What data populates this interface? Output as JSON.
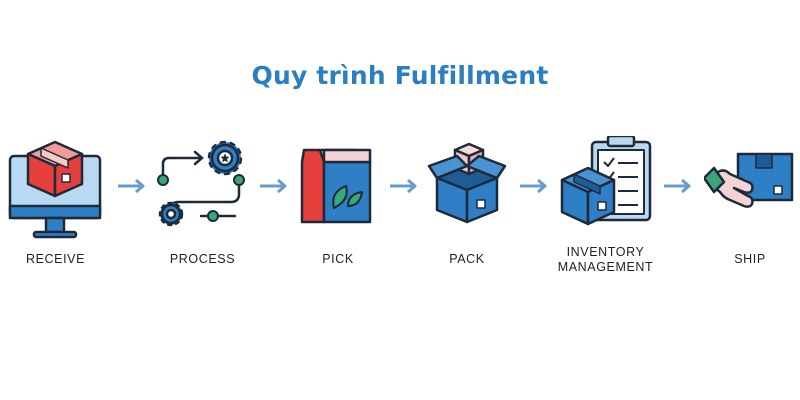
{
  "title": "Quy trình Fulfillment",
  "steps": [
    {
      "label": "RECEIVE",
      "icon": "monitor-box-icon"
    },
    {
      "label": "PROCESS",
      "icon": "gears-flow-icon"
    },
    {
      "label": "PICK",
      "icon": "product-bags-icon"
    },
    {
      "label": "PACK",
      "icon": "open-box-icon"
    },
    {
      "label_line1": "INVENTORY",
      "label_line2": "MANAGEMENT",
      "icon": "clipboard-box-icon"
    },
    {
      "label": "SHIP",
      "icon": "hand-box-icon"
    }
  ],
  "colors": {
    "title": "#2a7fc1",
    "arrow": "#6a9cc8",
    "outline": "#1e2a3a",
    "blue": "#2f7fc6",
    "light_blue": "#b9d8f2",
    "red": "#e5403b",
    "green": "#3aa77a",
    "pink": "#f4d3d6"
  }
}
